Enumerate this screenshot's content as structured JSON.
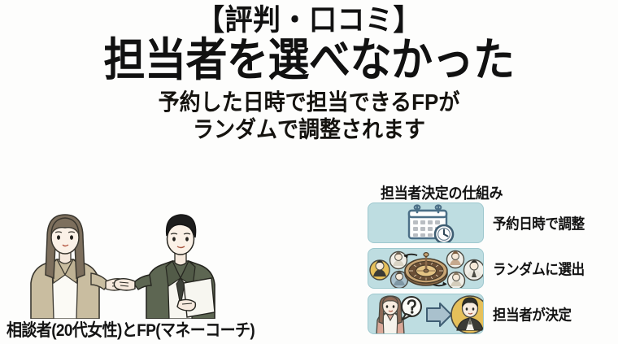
{
  "headline": {
    "kicker": "【評判・口コミ】",
    "title": "担当者を選べなかった",
    "sub_line_1": "予約した日時で担当できるFPが",
    "sub_line_2": "ランダムで調整されます"
  },
  "people": {
    "caption": "相談者(20代女性)とFP(マネーコーチ)",
    "left_person": {
      "role": "相談者",
      "icon": "woman-illustration",
      "hair_color": "#7d6f5d",
      "jacket_color": "#c9bda0",
      "top_color": "#fdfdfb"
    },
    "right_person": {
      "role": "FP",
      "icon": "man-illustration",
      "hair_color": "#1d1d1d",
      "suit_color": "#5d6652",
      "document_color": "#f6f6f2"
    }
  },
  "diagram": {
    "heading": "担当者決定の仕組み",
    "box_color": "#bedde1",
    "box_border_color": "#9ec8ce",
    "accent_blue": "#4b6f87",
    "accent_yellow": "#e6c05a",
    "rows": [
      {
        "label": "予約日時で調整",
        "icon": "calendar-clock-icon"
      },
      {
        "label": "ランダムに選出",
        "icon": "roulette-wheel-icon"
      },
      {
        "label": "担当者が決定",
        "icon": "person-arrow-person-icon"
      }
    ]
  }
}
